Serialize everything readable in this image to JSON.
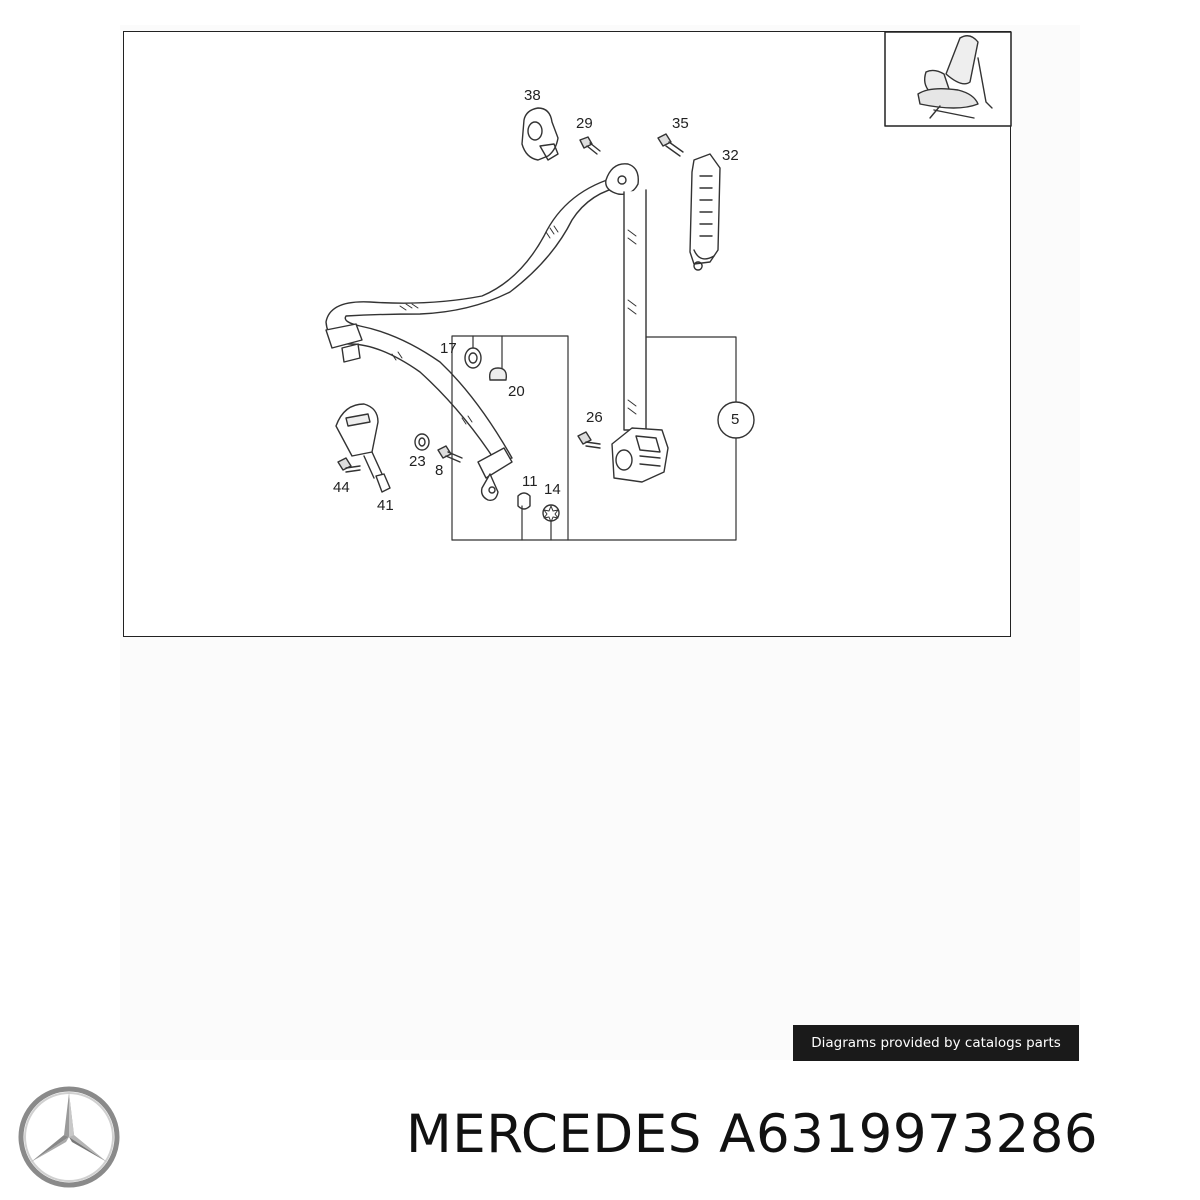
{
  "diagram": {
    "callouts": {
      "c38": "38",
      "c29": "29",
      "c35": "35",
      "c32": "32",
      "c17": "17",
      "c20": "20",
      "c26": "26",
      "c5": "5",
      "c23": "23",
      "c8": "8",
      "c44": "44",
      "c41": "41",
      "c11": "11",
      "c14": "14"
    }
  },
  "credit": {
    "text": "Diagrams provided by catalogs parts"
  },
  "brand": {
    "title": "MERCEDES A6319973286",
    "logo_icon": "mercedes-star-icon"
  },
  "colors": {
    "line": "#333333",
    "banner_bg": "#1a1a1a",
    "banner_text": "#ffffff"
  }
}
